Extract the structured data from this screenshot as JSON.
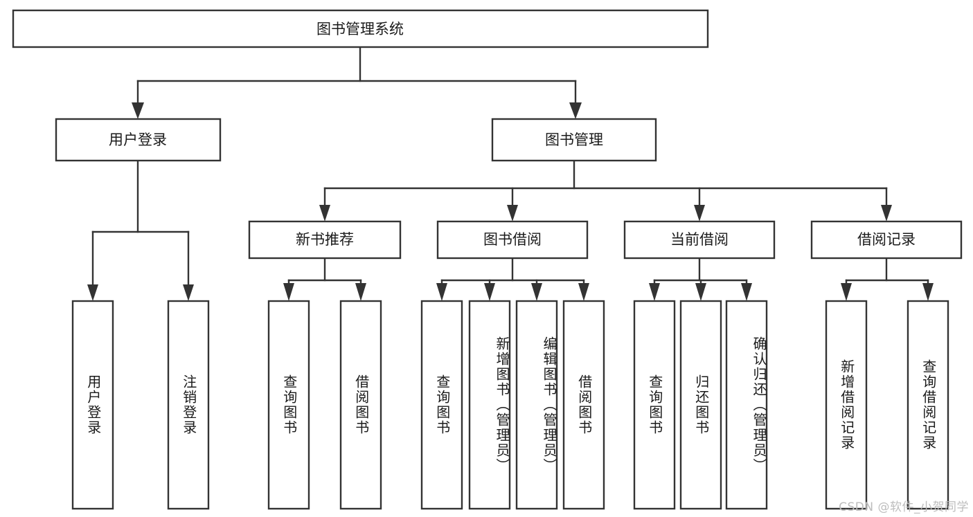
{
  "diagram": {
    "title": "图书管理系统",
    "type": "tree-hierarchy-diagram",
    "colors": {
      "stroke": "#333333",
      "fill": "#ffffff",
      "text": "#1a1a1a",
      "watermark": "#bdbdbd",
      "background": "#ffffff"
    },
    "root": {
      "label": "图书管理系统"
    },
    "level2": [
      {
        "label": "用户登录"
      },
      {
        "label": "图书管理"
      }
    ],
    "level3": [
      {
        "label": "新书推荐"
      },
      {
        "label": "图书借阅"
      },
      {
        "label": "当前借阅"
      },
      {
        "label": "借阅记录"
      }
    ],
    "leaves": {
      "user_login": [
        {
          "label": "用户登录"
        },
        {
          "label": "注销登录"
        }
      ],
      "new_book": [
        {
          "label": "查询图书"
        },
        {
          "label": "借阅图书"
        }
      ],
      "book_borrow": [
        {
          "label": "查询图书"
        },
        {
          "label": "新增图书（管理员）"
        },
        {
          "label": "编辑图书（管理员）"
        },
        {
          "label": "借阅图书"
        }
      ],
      "current_borrow": [
        {
          "label": "查询图书"
        },
        {
          "label": "归还图书"
        },
        {
          "label": "确认归还（管理员）"
        }
      ],
      "borrow_record": [
        {
          "label": "新增借阅记录"
        },
        {
          "label": "查询借阅记录"
        }
      ]
    },
    "watermark": "CSDN @软件_小贺同学"
  }
}
